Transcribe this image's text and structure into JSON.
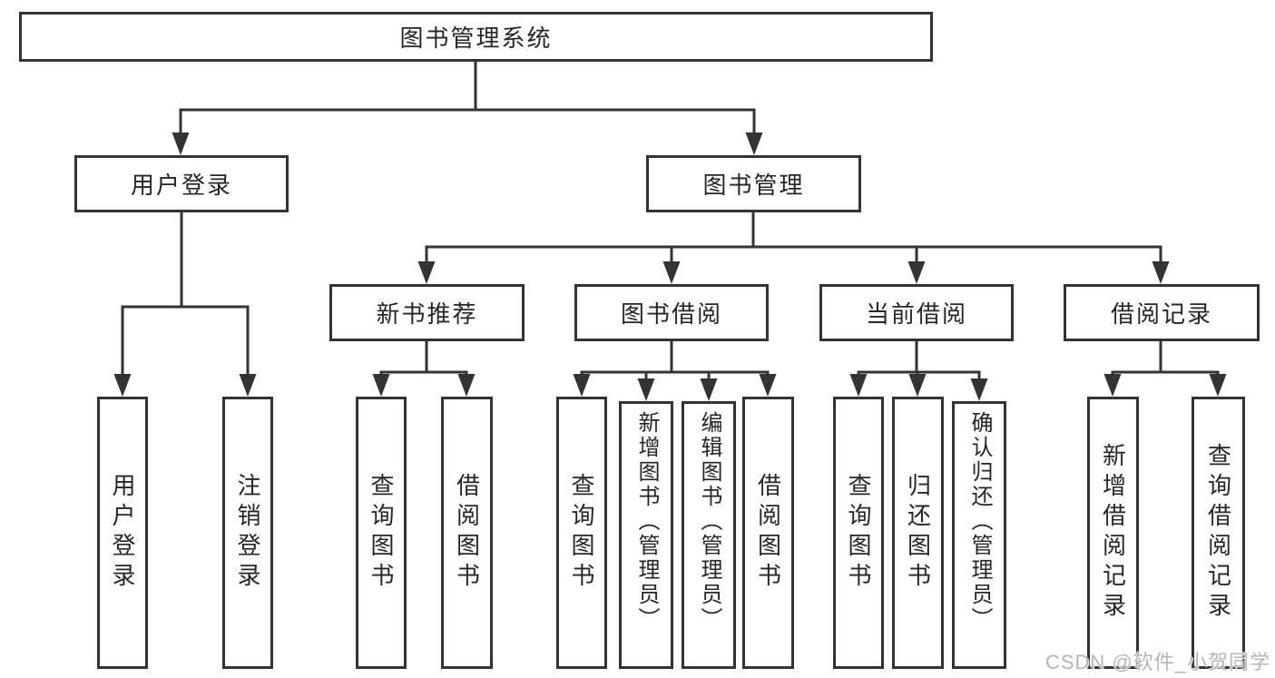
{
  "diagram": {
    "root": {
      "label": "图书管理系统",
      "children": [
        {
          "label": "用户登录",
          "children": [
            {
              "label": "用户登录"
            },
            {
              "label": "注销登录"
            }
          ]
        },
        {
          "label": "图书管理",
          "children": [
            {
              "label": "新书推荐",
              "children": [
                {
                  "label": "查询图书"
                },
                {
                  "label": "借阅图书"
                }
              ]
            },
            {
              "label": "图书借阅",
              "children": [
                {
                  "label": "查询图书"
                },
                {
                  "label": "新增图书（管理员）"
                },
                {
                  "label": "编辑图书（管理员）"
                },
                {
                  "label": "借阅图书"
                }
              ]
            },
            {
              "label": "当前借阅",
              "children": [
                {
                  "label": "查询图书"
                },
                {
                  "label": "归还图书"
                },
                {
                  "label": "确认归还（管理员）"
                }
              ]
            },
            {
              "label": "借阅记录",
              "children": [
                {
                  "label": "新增借阅记录"
                },
                {
                  "label": "查询借阅记录"
                }
              ]
            }
          ]
        }
      ]
    }
  },
  "watermark": {
    "text": "CSDN @软件_小贺同学"
  },
  "colors": {
    "line": "#333333",
    "box_border": "#333333",
    "text": "#262626",
    "watermark": "#b5b5b5",
    "background": "#ffffff"
  }
}
